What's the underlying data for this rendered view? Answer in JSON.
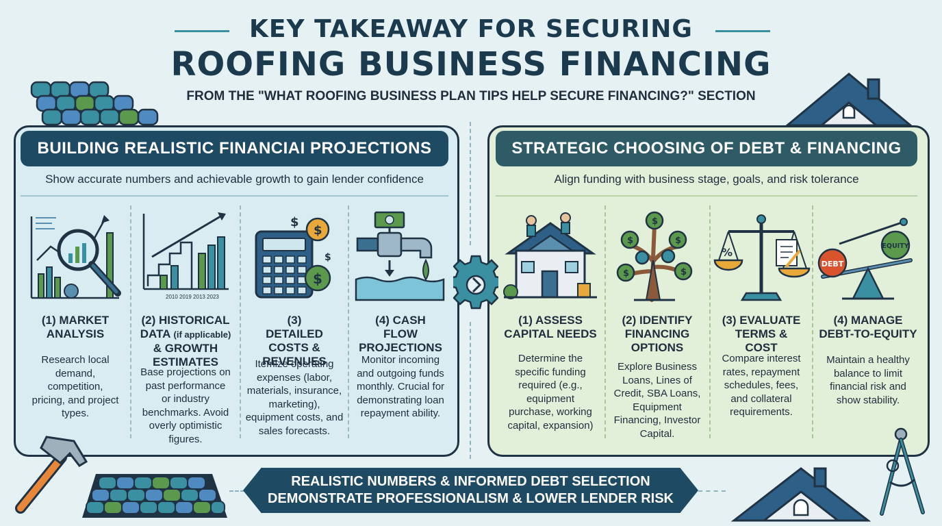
{
  "header": {
    "title_line1": "KEY TAKEAWAY FOR SECURING",
    "title_line2": "ROOFING BUSINESS FINANCING",
    "subtitle": "FROM THE \"WHAT ROOFING BUSINESS PLAN TIPS HELP SECURE FINANCING?\" SECTION"
  },
  "left": {
    "banner": "BUILDING REALISTIC FINANCIAI PROJECTIONS",
    "intro": "Show accurate numbers and achievable growth to gain lender confidence",
    "years_label": "2010 2019 2013 2023",
    "items": [
      {
        "heading": "(1) MARKET ANALYSIS",
        "desc": "Research local demand, competition, pricing, and project types."
      },
      {
        "heading_a": "(2) HISTORICAL",
        "heading_b": "DATA",
        "heading_c": "(if applicable)",
        "heading_d": "& GROWTH",
        "heading_e": "ESTIMATES",
        "desc": "Base projections on past performance or industry benchmarks. Avoid overly optimistic figures."
      },
      {
        "heading": "(3) DETAILED COSTS & REVENUES",
        "desc": "Itemize operating expenses (labor, materials, insurance, marketing), equipment costs, and sales forecasts."
      },
      {
        "heading": "(4) CASH FLOW PROJECTIONS",
        "desc": "Monitor incoming and outgoing funds monthly. Crucial for demonstrating loan repayment ability."
      }
    ]
  },
  "right": {
    "banner": "STRATEGIC CHOOSING OF DEBT & FINANCING",
    "intro": "Align funding with business stage, goals, and risk tolerance",
    "scale_left_label": "DEBT",
    "scale_right_label": "EQUITY",
    "percent_symbol": "%",
    "items": [
      {
        "heading": "(1) ASSESS CAPITAL NEEDS",
        "desc": "Determine the specific funding required (e.g., equipment purchase, working capital, expansion)"
      },
      {
        "heading": "(2) IDENTIFY FINANCING OPTIONS",
        "desc": "Explore Business Loans, Lines of Credit, SBA Loans, Equipment Financing, Investor Capital."
      },
      {
        "heading": "(3) EVALUATE TERMS & COST",
        "desc": "Compare interest rates, repayment schedules, fees, and collateral requirements."
      },
      {
        "heading": "(4) MANAGE DEBT-TO-EQUITY",
        "desc": "Maintain a healthy balance to limit financial risk and show stability."
      }
    ]
  },
  "bottom": {
    "line1": "REALISTIC NUMBERS & INFORMED DEBT SELECTION",
    "line2": "DEMONSTRATE PROFESSIONALISM & LOWER LENDER RISK"
  },
  "symbols": {
    "dollar": "$"
  },
  "colors": {
    "navy": "#1f4a63",
    "teal": "#3a8fa0",
    "green": "#5b9a4c",
    "gold": "#e8a93a",
    "panel_blue": "#d8ecf1",
    "panel_green": "#e2efd9"
  }
}
